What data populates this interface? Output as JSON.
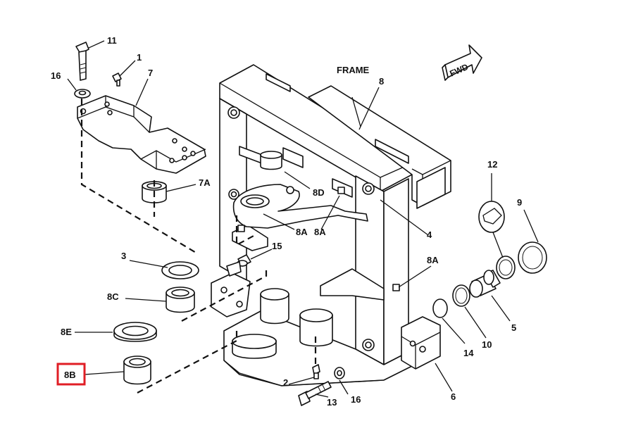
{
  "labels": {
    "frame": "FRAME",
    "fwd": "FWD",
    "p1": "1",
    "p2": "2",
    "p3": "3",
    "p4": "4",
    "p5": "5",
    "p6": "6",
    "p7": "7",
    "p7a": "7A",
    "p8": "8",
    "p8a_1": "8A",
    "p8a_2": "8A",
    "p8a_3": "8A",
    "p8b": "8B",
    "p8c": "8C",
    "p8d": "8D",
    "p8e": "8E",
    "p9": "9",
    "p10": "10",
    "p11": "11",
    "p12": "12",
    "p13": "13",
    "p14": "14",
    "p15": "15",
    "p16_top": "16",
    "p16_bottom": "16"
  },
  "highlight": {
    "label": "8B",
    "color": "#e01e25"
  }
}
